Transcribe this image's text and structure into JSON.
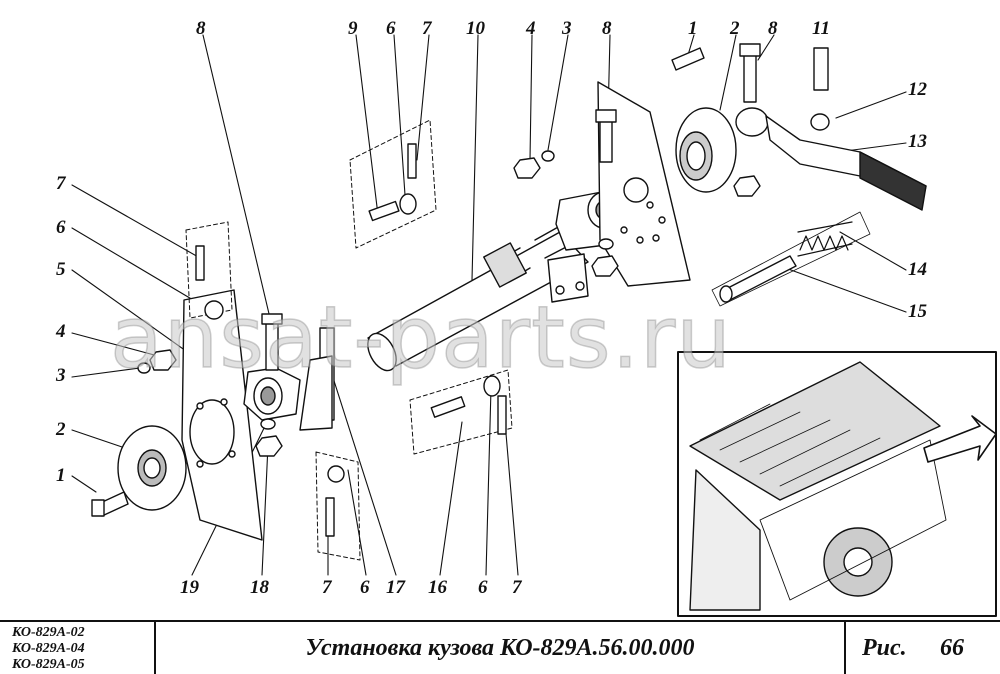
{
  "callouts": {
    "c8a": "8",
    "c9": "9",
    "c6a": "6",
    "c7a": "7",
    "c10": "10",
    "c4a": "4",
    "c3a": "3",
    "c8b": "8",
    "c1a": "1",
    "c2a": "2",
    "c8c": "8",
    "c11": "11",
    "c12": "12",
    "c13": "13",
    "c14": "14",
    "c15": "15",
    "c7b": "7",
    "c6b": "6",
    "c5": "5",
    "c4b": "4",
    "c3b": "3",
    "c2b": "2",
    "c1b": "1",
    "c19": "19",
    "c18": "18",
    "c7c": "7",
    "c6c": "6",
    "c17": "17",
    "c16": "16",
    "c6d": "6",
    "c7d": "7"
  },
  "watermark": "ansat-parts.ru",
  "titleblock": {
    "models": [
      "КО-829А-02",
      "КО-829А-04",
      "КО-829А-05"
    ],
    "title": "Установка кузова КО-829А.56.00.000",
    "fig_label": "Рис.",
    "fig_number": "66"
  }
}
